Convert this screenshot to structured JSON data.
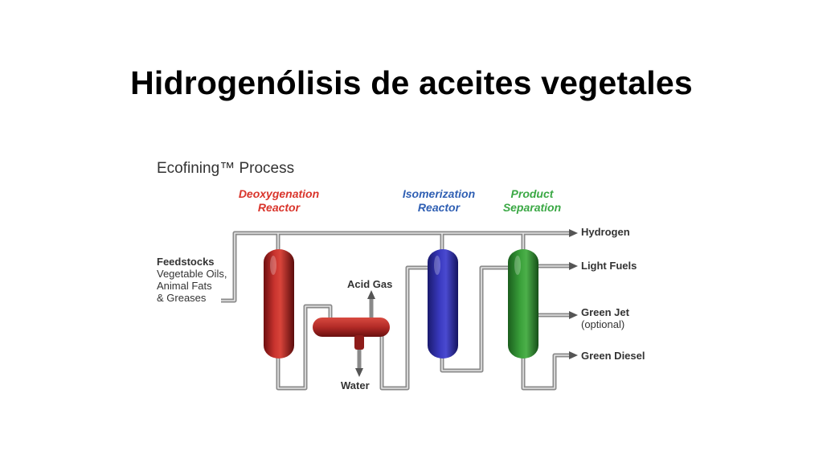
{
  "slide": {
    "title": "Hidrogenólisis de aceites vegetales"
  },
  "diagram": {
    "process_title": "Ecofining™ Process",
    "units": {
      "deoxygenation": {
        "line1": "Deoxygenation",
        "line2": "Reactor",
        "color": "#d9342b"
      },
      "isomerization": {
        "line1": "Isomerization",
        "line2": "Reactor",
        "color": "#2f5fb3"
      },
      "separation": {
        "line1": "Product",
        "line2": "Separation",
        "color": "#3aa844"
      }
    },
    "feed": {
      "heading": "Feedstocks",
      "line1": "Vegetable Oils,",
      "line2": "Animal Fats",
      "line3": "& Greases"
    },
    "streams": {
      "acid_gas": "Acid Gas",
      "water": "Water",
      "hydrogen": "Hydrogen",
      "light_fuels": "Light Fuels",
      "green_jet": "Green Jet",
      "green_jet_note": "(optional)",
      "green_diesel": "Green Diesel"
    }
  }
}
